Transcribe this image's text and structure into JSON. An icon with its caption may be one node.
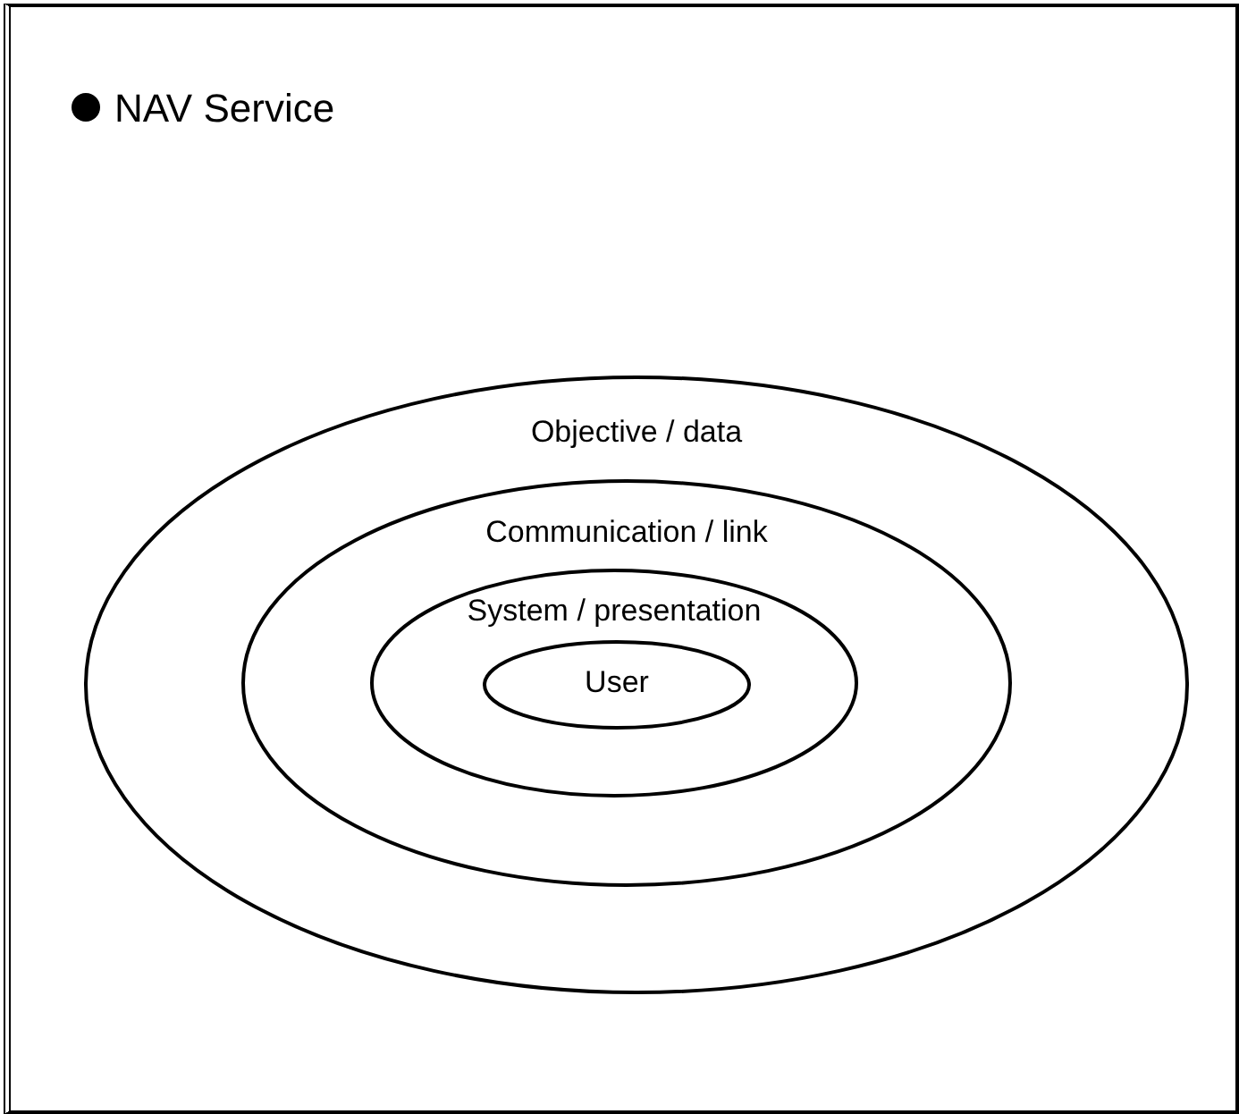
{
  "diagram": {
    "title": "NAV Service",
    "nodes": [
      {
        "text": [
          "Objective / data"
        ]
      },
      {
        "text": [
          "Communication / link"
        ],
        "in": 0
      },
      {
        "text": [
          "System / presentation"
        ],
        "in": 1
      },
      {
        "text": [
          "User"
        ],
        "in": 2
      }
    ]
  }
}
